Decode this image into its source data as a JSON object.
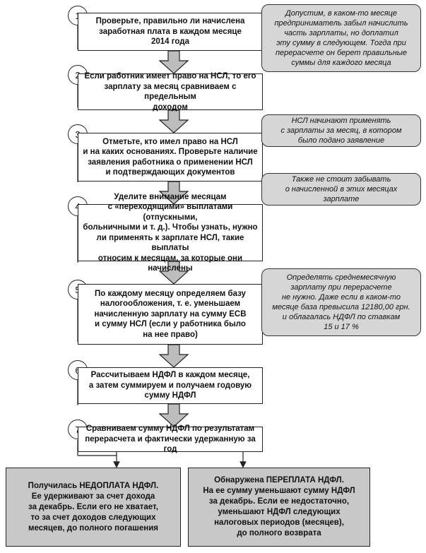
{
  "steps": [
    {
      "num": "1",
      "text": "Проверьте, правильно ли начислена\nзаработная плата в каждом месяце\n2014 года"
    },
    {
      "num": "2",
      "text": "Если работник имеет право на НСЛ, то его\nзарплату за месяц сравниваем с предельным\nдоходом"
    },
    {
      "num": "3",
      "text": "Отметьте, кто имел право на НСЛ\nи на каких основаниях. Проверьте наличие\nзаявления работника о применении НСЛ\nи подтверждающих документов"
    },
    {
      "num": "4",
      "text": "Уделите внимание месяцам\nс «переходящими» выплатами (отпускными,\nбольничными и т. д.). Чтобы узнать, нужно\nли применять к зарплате НСЛ, такие выплаты\nотносим к месяцам, за которые они начислены"
    },
    {
      "num": "5",
      "text": "По каждому месяцу определяем базу\nналогообложения, т. е. уменьшаем\nначисленную зарплату на сумму ЕСВ\nи сумму НСЛ (если у работника было\nна нее право)"
    },
    {
      "num": "6",
      "text": "Рассчитываем НДФЛ в каждом месяце,\nа затем суммируем и получаем годовую\nсумму НДФЛ"
    },
    {
      "num": "7",
      "text": "Сравниваем сумму НДФЛ по результатам\nперерасчета и фактически удержанную за год"
    }
  ],
  "notes": [
    "Допустим, в каком-то месяце\nпредприниматель забыл начислить\nчасть зарплаты, но доплатил\nэту сумму в следующем. Тогда при\nперерасчете он берет правильные\nсуммы для каждого месяца",
    "НСЛ начинают применять\nс зарплаты за месяц, в котором\nбыло подано заявление",
    "Также не стоит забывать\nо начисленной в этих месяцах\nзарплате",
    "Определять среднемесячную\nзарплату при перерасчете\nне нужно. Даже если в каком-то\nмесяце база превысила 12180,00 грн.\nи облагалась НДФЛ по ставкам\n15  и 17 %"
  ],
  "results": {
    "left": "Получилась НЕДОПЛАТА НДФЛ.\nЕе удерживают за счет дохода\nза декабрь. Если его не хватает,\nто за счет доходов следующих\nмесяцев, до полного погашения",
    "right": "Обнаружена ПЕРЕПЛАТА НДФЛ.\nНа ее сумму уменьшают сумму НДФЛ\nза декабрь. Если ее недостаточно,\nуменьшают НДФЛ следующих\nналоговых периодов (месяцев),\nдо полного возврата"
  }
}
